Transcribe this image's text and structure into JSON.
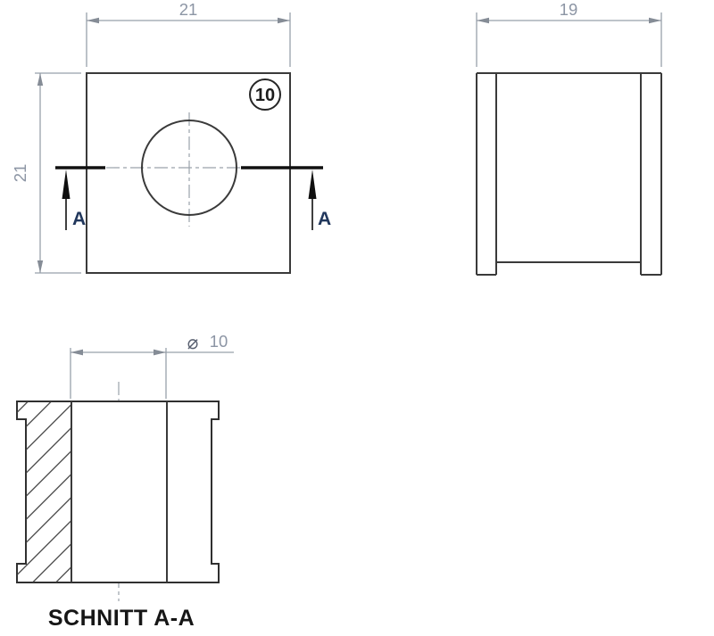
{
  "drawing": {
    "front_view": {
      "dim_width": "21",
      "dim_height": "21",
      "balloon_label": "10",
      "section_letter": "A"
    },
    "side_view": {
      "dim_width": "19"
    },
    "section_view": {
      "title": "SCHNITT A-A",
      "dia_symbol": "⌀",
      "dia_value": "10"
    },
    "colors": {
      "object_line": "#3a3a3a",
      "dimension_line": "#98a0aa",
      "dimension_text": "#8c95a4",
      "section_letter": "#21375c",
      "cutting_line": "#101010",
      "title_text": "#161616",
      "background": "#ffffff"
    }
  }
}
